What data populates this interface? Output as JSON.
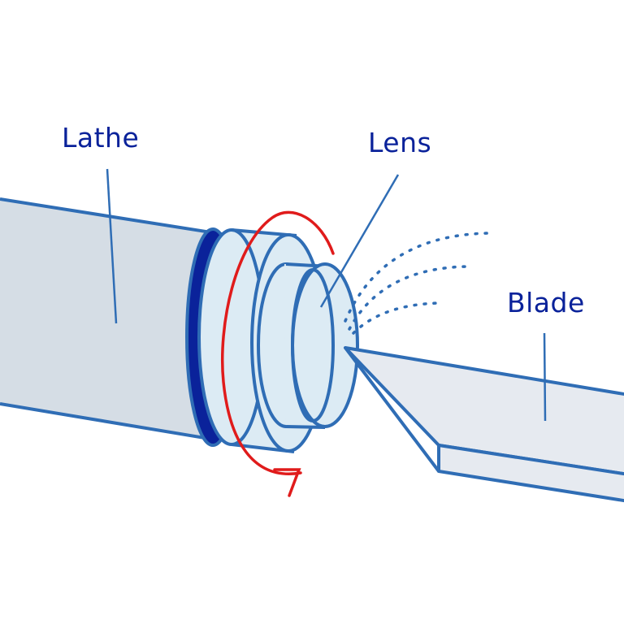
{
  "labels": {
    "lathe": "Lathe",
    "lens": "Lens",
    "blade": "Blade"
  },
  "colors": {
    "outline": "#2f6db5",
    "label": "#0a229a",
    "lathe_fill": "#d5dde5",
    "lens_fill": "#dcebf4",
    "blade_fill": "#e6eaf0",
    "ring": "#0a229a",
    "rotation_arrow": "#e01b1b"
  }
}
